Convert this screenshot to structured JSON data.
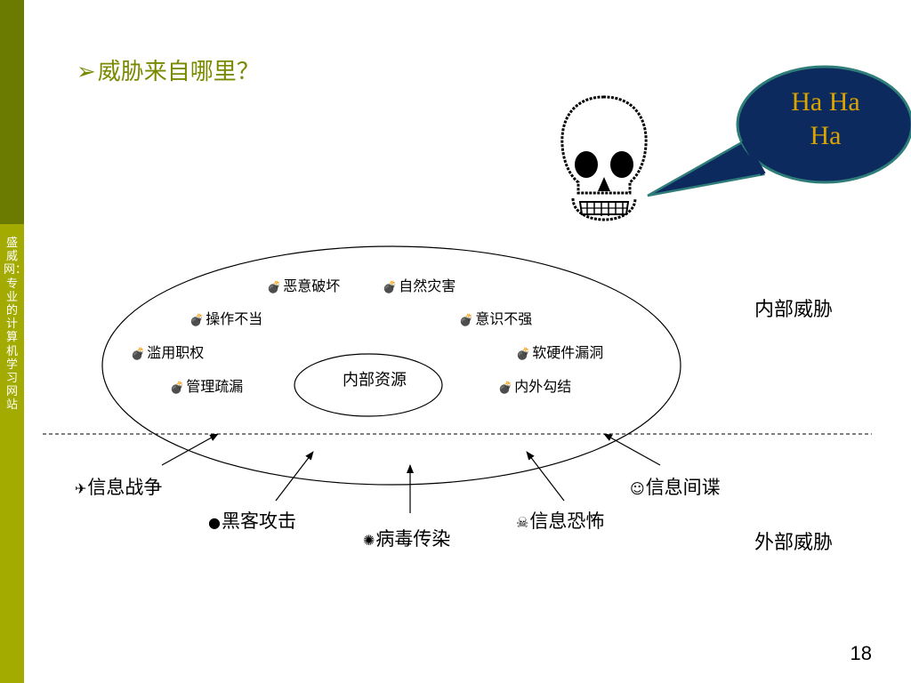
{
  "sidebar": {
    "text": "盛威网：专业的计算机学习网站"
  },
  "title": {
    "bullet": "➢",
    "text": "威胁来自哪里？"
  },
  "bubble": {
    "text_line1": "Ha Ha",
    "text_line2": "Ha"
  },
  "inner_threats": [
    "恶意破坏",
    "自然灾害",
    "操作不当",
    "意识不强",
    "滥用职权",
    "软硬件漏洞",
    "管理疏漏",
    "内外勾结"
  ],
  "bomb_icon": "💣",
  "center_label": "内部资源",
  "internal_label": "内部威胁",
  "external_label": "外部威胁",
  "external_threats": {
    "info_war": {
      "icon": "✈",
      "label": "信息战争"
    },
    "spy": {
      "icon": "☺",
      "label": "信息间谍"
    },
    "hacker": {
      "icon": "●",
      "label": "黑客攻击"
    },
    "virus": {
      "icon": "✺",
      "label": "病毒传染"
    },
    "terror": {
      "icon": "☠",
      "label": "信息恐怖"
    }
  },
  "page_number": "18"
}
